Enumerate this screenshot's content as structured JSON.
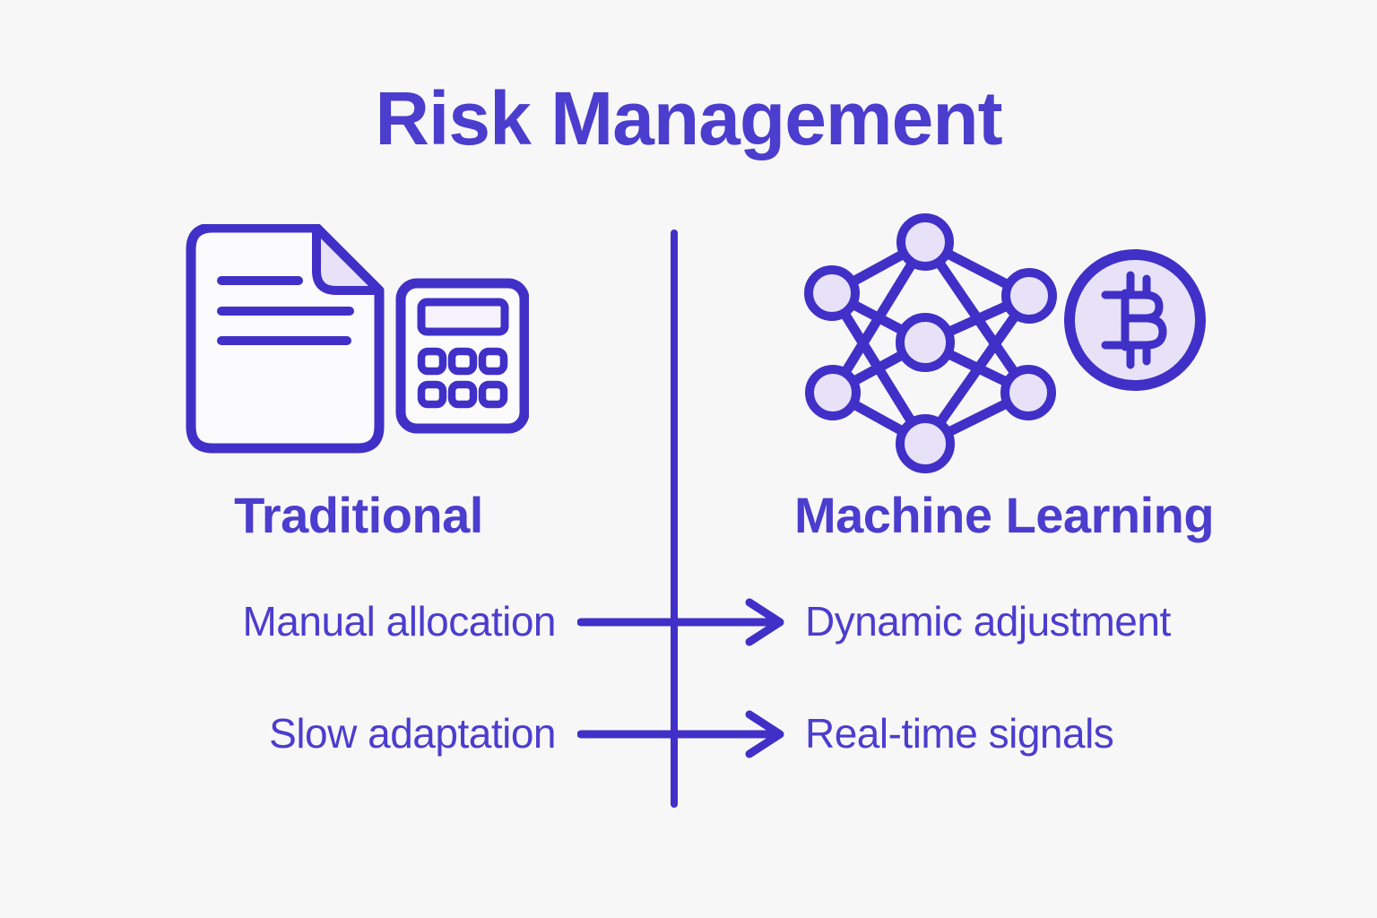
{
  "title": "Risk Management",
  "colors": {
    "bg": "#f8f7f7",
    "ink": "#4b3dce",
    "stroke": "#4030c7",
    "fill": "#e7e2f8",
    "paper": "#fbfafd"
  },
  "columns": {
    "left": {
      "label": "Traditional",
      "icons": [
        "document-icon",
        "calculator-icon"
      ]
    },
    "right": {
      "label": "Machine Learning",
      "icons": [
        "neural-network-icon",
        "bitcoin-icon"
      ]
    }
  },
  "rows": [
    {
      "left": "Manual allocation",
      "right": "Dynamic adjustment",
      "connector": "arrow-right-icon"
    },
    {
      "left": "Slow adaptation",
      "right": "Real-time signals",
      "connector": "arrow-right-icon"
    }
  ]
}
